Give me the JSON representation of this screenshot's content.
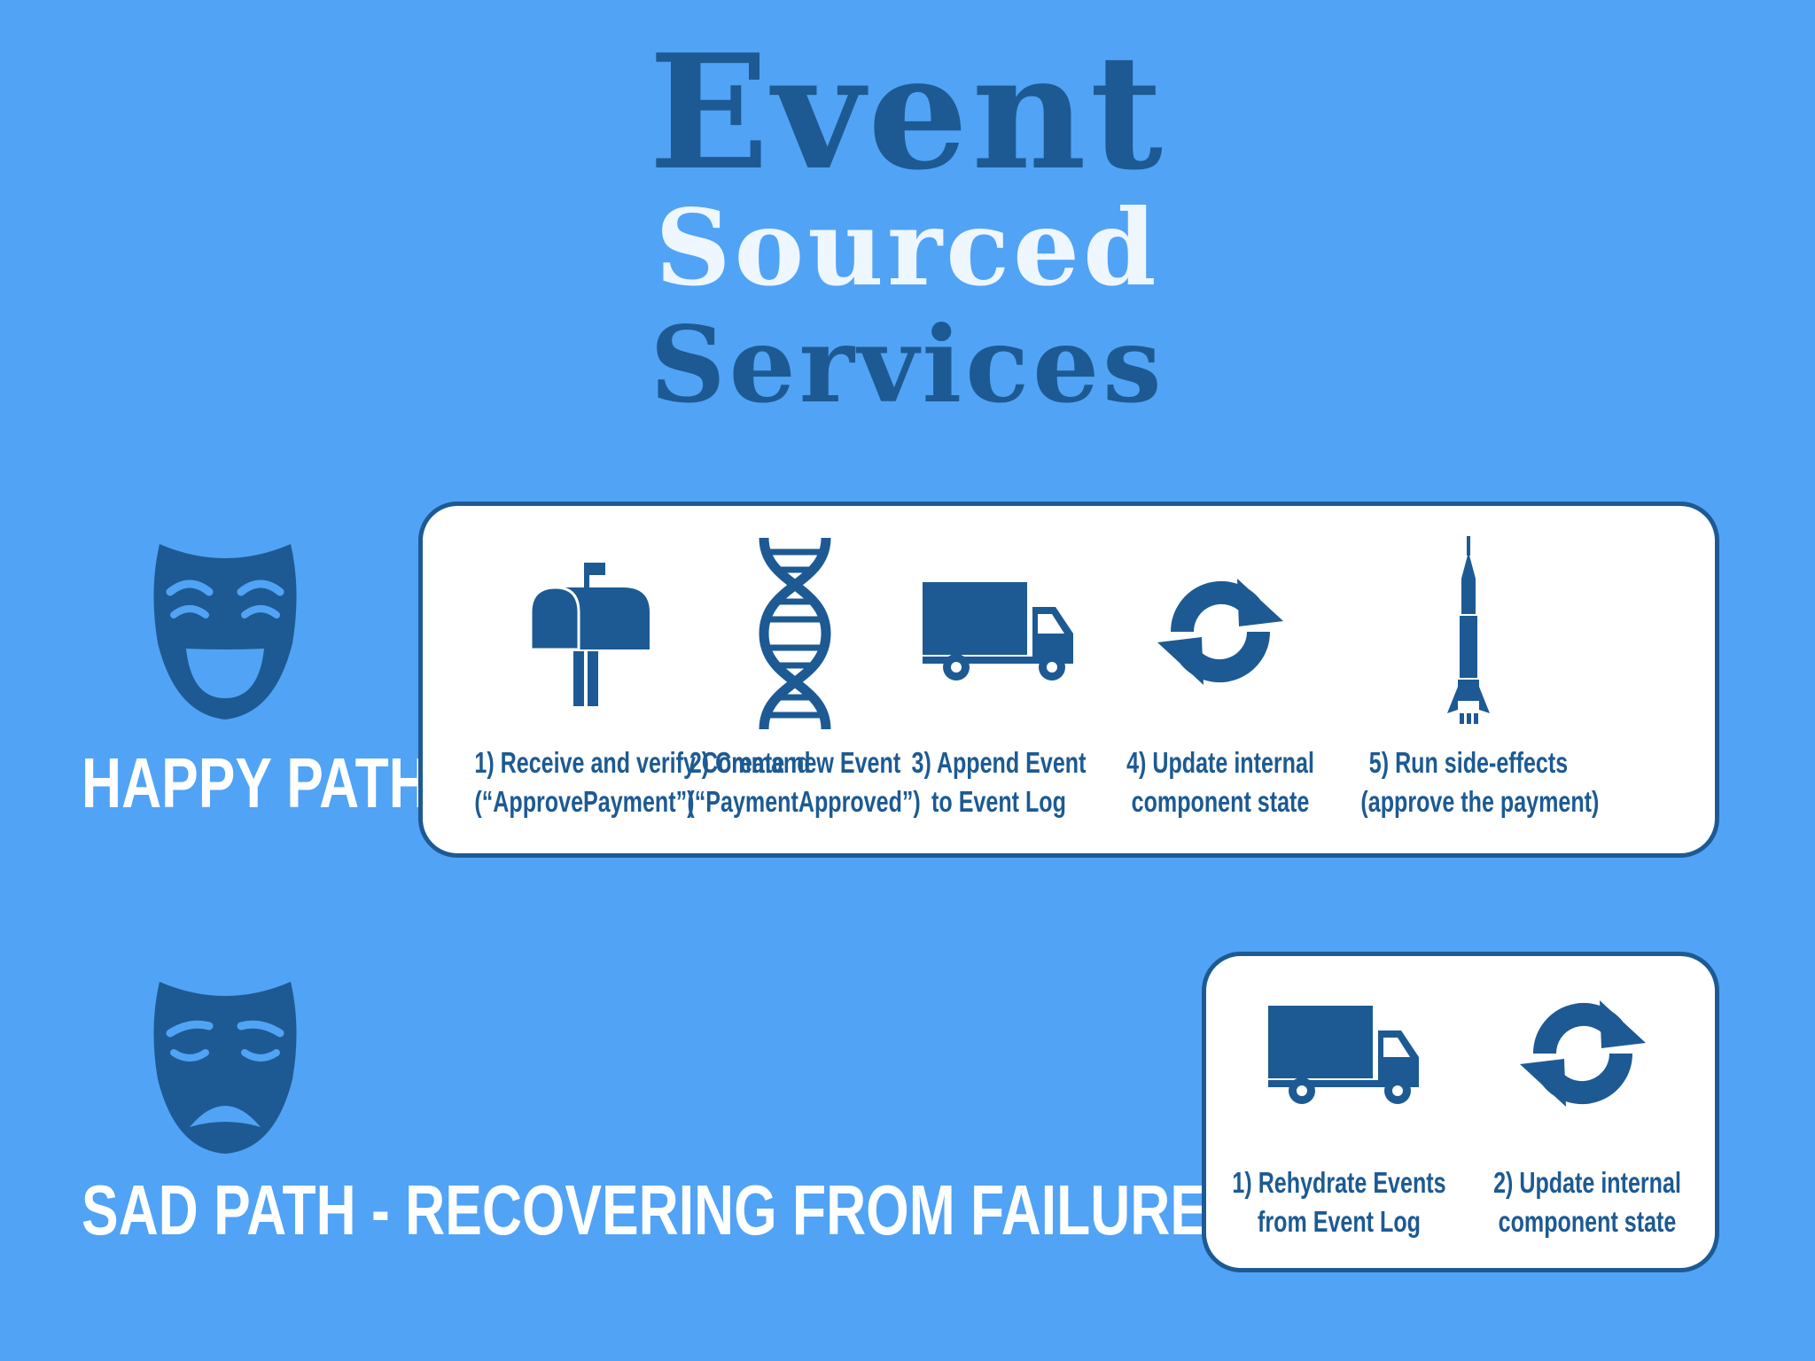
{
  "title": {
    "line1": "Event",
    "line2": "Sourced",
    "line3": "Services"
  },
  "happy_path": {
    "label": "HAPPY PATH",
    "steps": [
      {
        "icon": "mailbox-icon",
        "line1": "1) Receive and verify Command",
        "line2": "(“ApprovePayment”)"
      },
      {
        "icon": "dna-icon",
        "line1": "2) Create new Event",
        "line2": "(“PaymentApproved”)"
      },
      {
        "icon": "truck-icon",
        "line1": "3) Append Event",
        "line2": "to Event Log"
      },
      {
        "icon": "refresh-icon",
        "line1": "4) Update internal",
        "line2": "component state"
      },
      {
        "icon": "rocket-icon",
        "line1": "5) Run side-effects",
        "line2": "(approve the payment)"
      }
    ]
  },
  "sad_path": {
    "label": "SAD PATH - RECOVERING FROM FAILURE",
    "steps": [
      {
        "icon": "truck-icon",
        "line1": "1) Rehydrate Events",
        "line2": "from Event Log"
      },
      {
        "icon": "refresh-icon",
        "line1": "2) Update internal",
        "line2": "component state"
      }
    ]
  },
  "colors": {
    "background": "#51a3f5",
    "accent": "#1d5a93",
    "panel": "#ffffff"
  }
}
